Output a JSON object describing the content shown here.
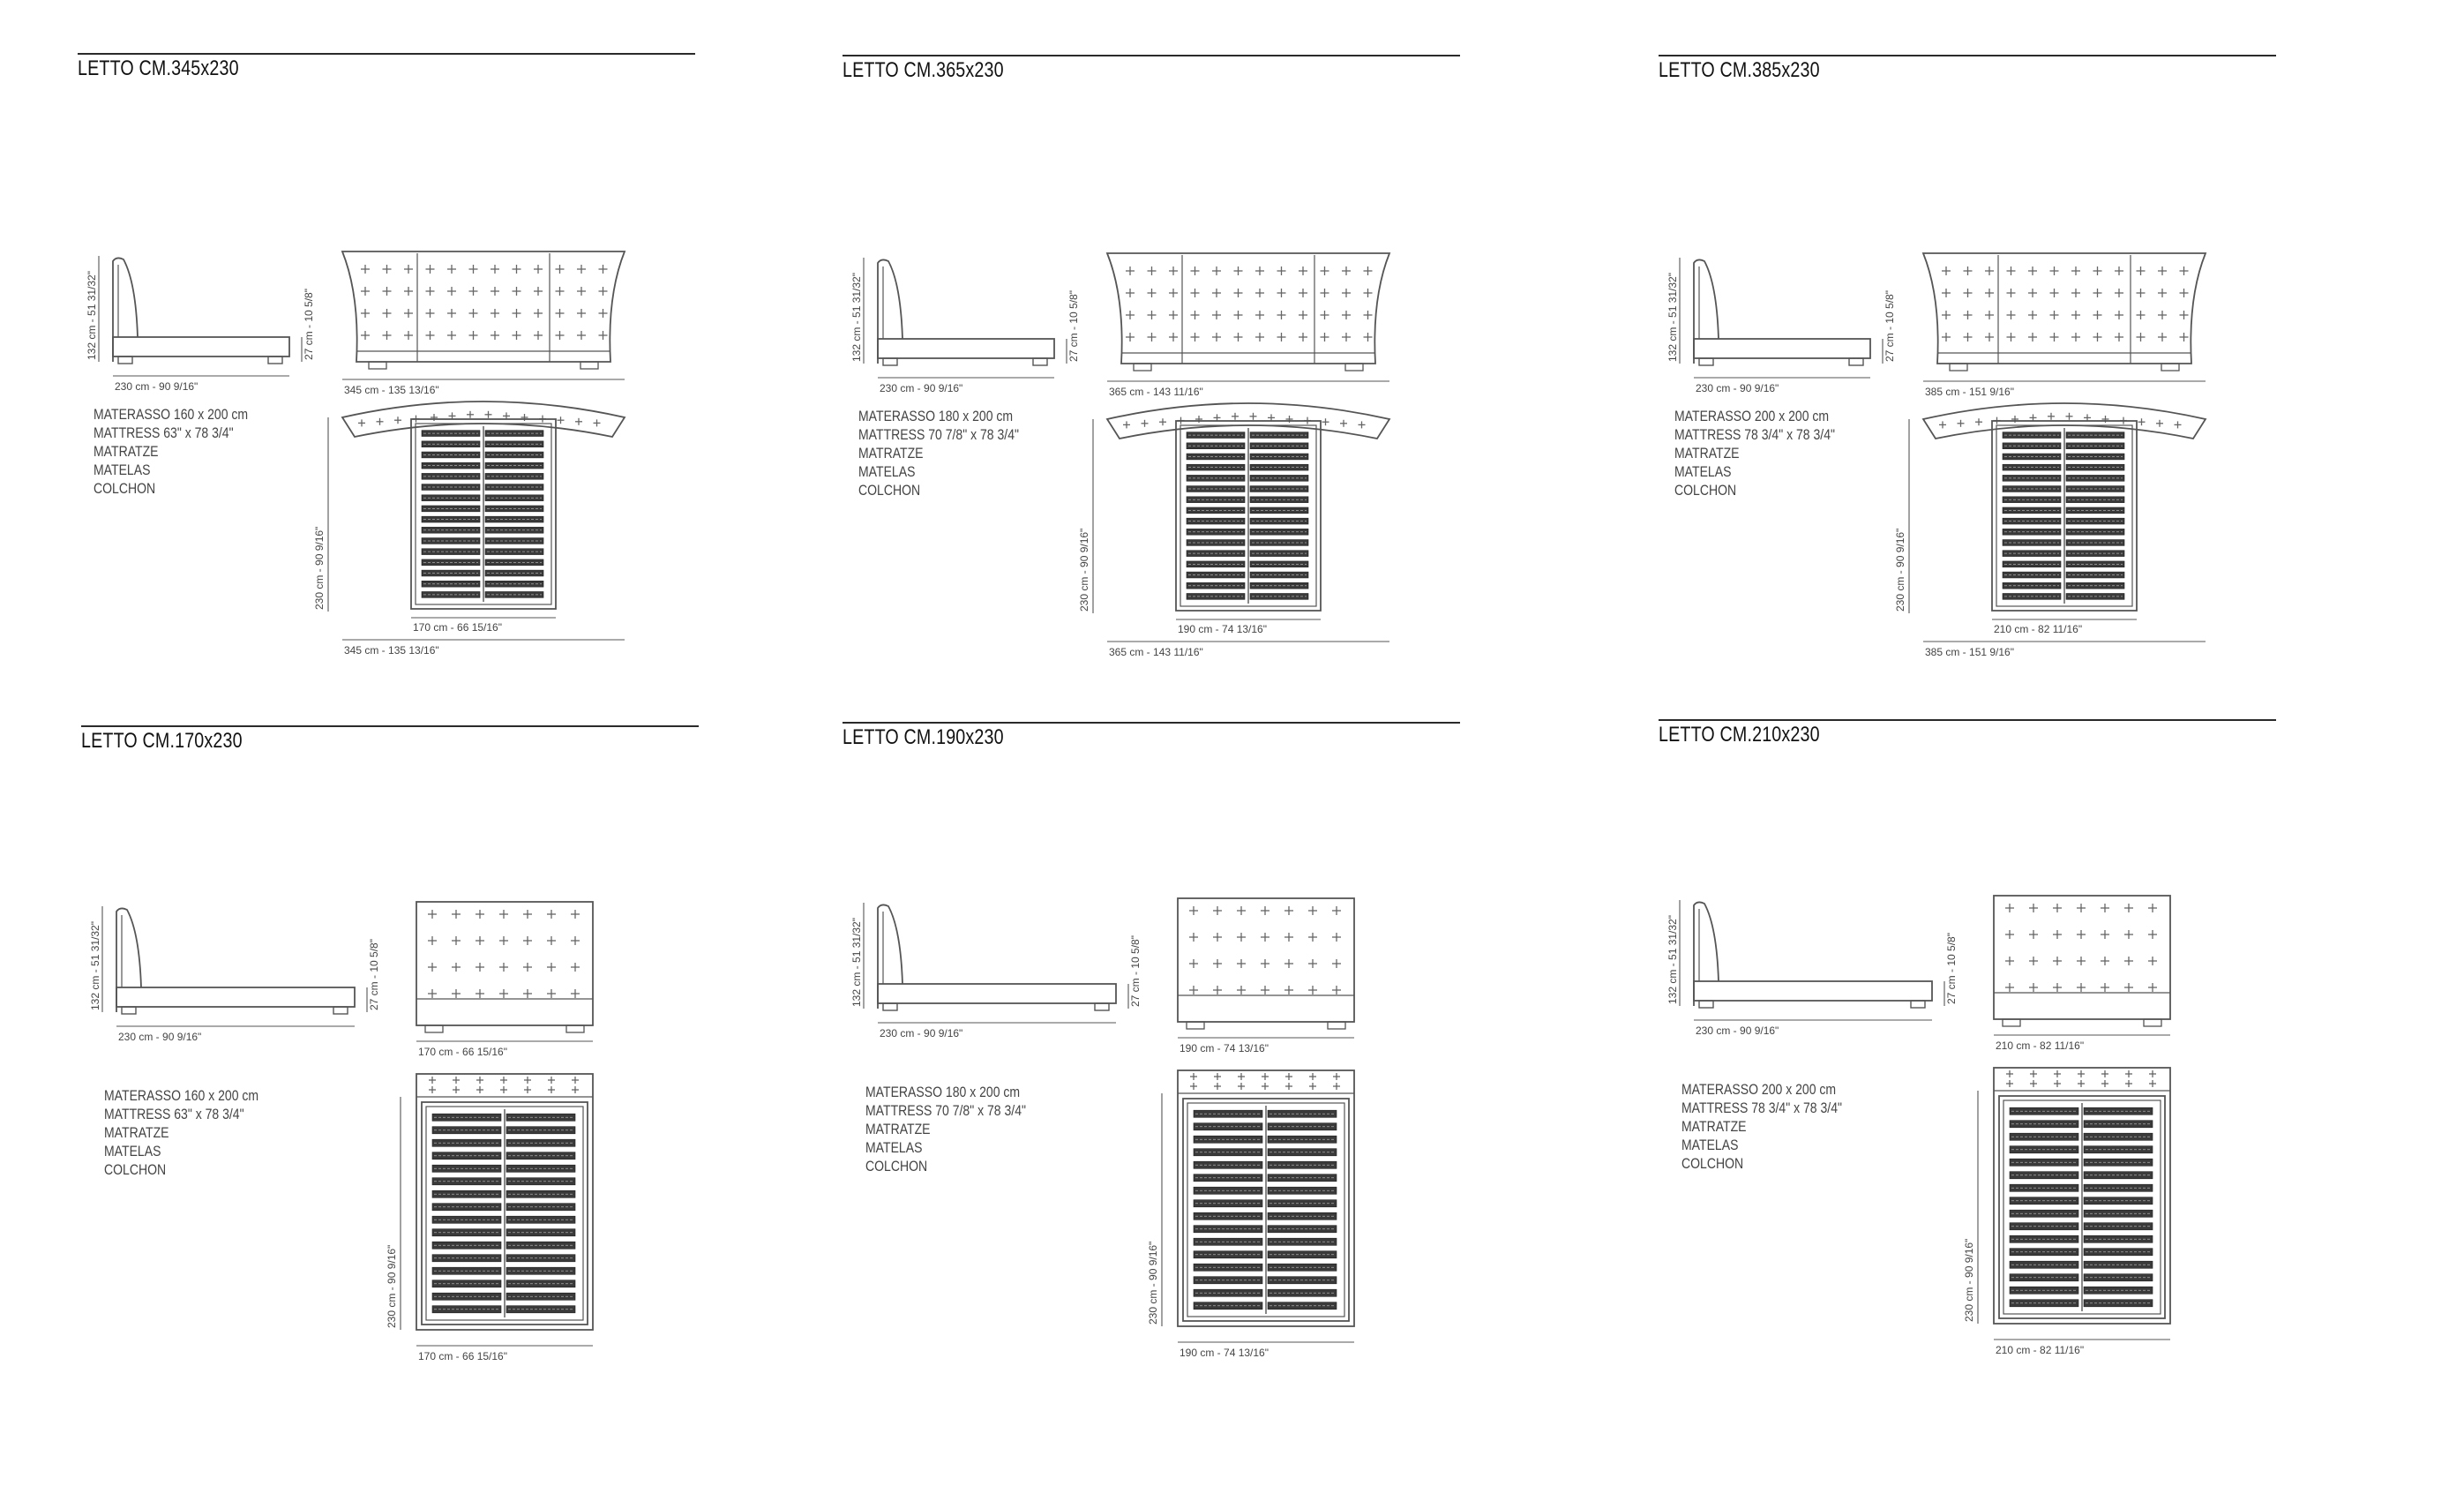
{
  "panels": [
    {
      "type": "curved",
      "title": "LETTO CM.345x230",
      "side_height": "132 cm - 51 31/32\"",
      "side_depth": "230 cm - 90 9/16\"",
      "base_height": "27 cm - 10 5/8\"",
      "front_width": "345 cm - 135 13/16\"",
      "plan_depth": "230 cm - 90 9/16\"",
      "mattress_width": "170 cm - 66 15/16\"",
      "overall_width": "345 cm - 135 13/16\"",
      "spec": [
        "MATERASSO 160 x 200 cm",
        "MATTRESS 63\" x 78 3/4\"",
        "MATRATZE",
        "MATELAS",
        "COLCHON"
      ]
    },
    {
      "type": "curved",
      "title": "LETTO CM.365x230",
      "side_height": "132 cm - 51 31/32\"",
      "side_depth": "230 cm - 90 9/16\"",
      "base_height": "27 cm - 10 5/8\"",
      "front_width": "365 cm - 143 11/16\"",
      "plan_depth": "230 cm - 90 9/16\"",
      "mattress_width": "190 cm - 74 13/16\"",
      "overall_width": "365 cm - 143 11/16\"",
      "spec": [
        "MATERASSO 180 x 200 cm",
        "MATTRESS 70 7/8\" x 78 3/4\"",
        "MATRATZE",
        "MATELAS",
        "COLCHON"
      ]
    },
    {
      "type": "curved",
      "title": "LETTO CM.385x230",
      "side_height": "132 cm - 51 31/32\"",
      "side_depth": "230 cm - 90 9/16\"",
      "base_height": "27 cm - 10 5/8\"",
      "front_width": "385 cm - 151 9/16\"",
      "plan_depth": "230 cm - 90 9/16\"",
      "mattress_width": "210 cm - 82 11/16\"",
      "overall_width": "385 cm - 151 9/16\"",
      "spec": [
        "MATERASSO 200 x 200 cm",
        "MATTRESS 78 3/4\" x 78 3/4\"",
        "MATRATZE",
        "MATELAS",
        "COLCHON"
      ]
    },
    {
      "type": "straight",
      "title": "LETTO CM.170x230",
      "side_height": "132 cm - 51 31/32\"",
      "side_depth": "230 cm - 90 9/16\"",
      "base_height": "27 cm - 10 5/8\"",
      "front_width": "170 cm - 66 15/16\"",
      "plan_depth": "230 cm - 90 9/16\"",
      "mattress_width": "170 cm - 66 15/16\"",
      "spec": [
        "MATERASSO 160 x 200 cm",
        "MATTRESS 63\" x 78 3/4\"",
        "MATRATZE",
        "MATELAS",
        "COLCHON"
      ]
    },
    {
      "type": "straight",
      "title": "LETTO CM.190x230",
      "side_height": "132 cm - 51 31/32\"",
      "side_depth": "230 cm - 90 9/16\"",
      "base_height": "27 cm - 10 5/8\"",
      "front_width": "190 cm - 74 13/16\"",
      "plan_depth": "230 cm - 90 9/16\"",
      "mattress_width": "190 cm - 74 13/16\"",
      "spec": [
        "MATERASSO 180 x 200 cm",
        "MATTRESS 70 7/8\" x 78 3/4\"",
        "MATRATZE",
        "MATELAS",
        "COLCHON"
      ]
    },
    {
      "type": "straight",
      "title": "LETTO CM.210x230",
      "side_height": "132 cm - 51 31/32\"",
      "side_depth": "230 cm - 90 9/16\"",
      "base_height": "27 cm - 10 5/8\"",
      "front_width": "210 cm - 82 11/16\"",
      "plan_depth": "230 cm - 90 9/16\"",
      "mattress_width": "210 cm - 82 11/16\"",
      "spec": [
        "MATERASSO 200 x 200 cm",
        "MATTRESS 78 3/4\" x 78 3/4\"",
        "MATRATZE",
        "MATELAS",
        "COLCHON"
      ]
    }
  ]
}
